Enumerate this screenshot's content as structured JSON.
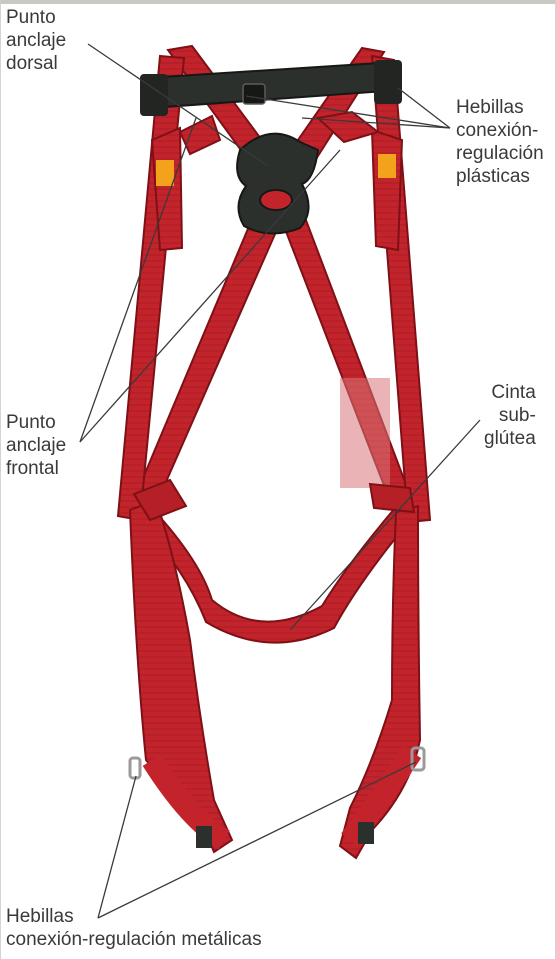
{
  "labels": {
    "dorsal": "Punto\nanclaje\ndorsal",
    "plasticas": "Hebillas\nconexión-\nregulación\nplásticas",
    "frontal": "Punto\nanclaje\nfrontal",
    "cinta": "Cinta\nsub-\nglútea",
    "metalicas": "Hebillas\nconexión-regulación metálicas"
  },
  "colors": {
    "webbing": "#c3242c",
    "webbing_dark": "#8f141a",
    "plate": "#2b302c",
    "buckle": "#222522",
    "tag": "#f2a21b",
    "leader": "#3a3a3a"
  }
}
